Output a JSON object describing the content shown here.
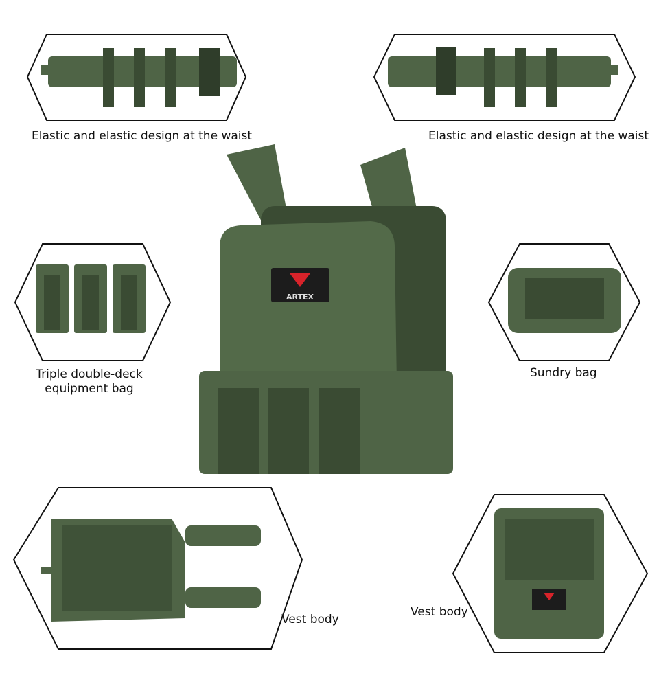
{
  "labels": {
    "waist_left": "Elastic and elastic design at the waist",
    "waist_right": "Elastic and elastic design at the waist",
    "triple_bag": "Triple double-deck equipment bag",
    "sundry_bag": "Sundry bag",
    "vest_body_left": "Vest body",
    "vest_body_right": "Vest body"
  },
  "brand": {
    "logo_text": "ARTEX"
  },
  "colors": {
    "olive": "#4f6446",
    "olive_dark": "#3a4b33",
    "olive_light": "#62785a",
    "outline": "#111111"
  }
}
